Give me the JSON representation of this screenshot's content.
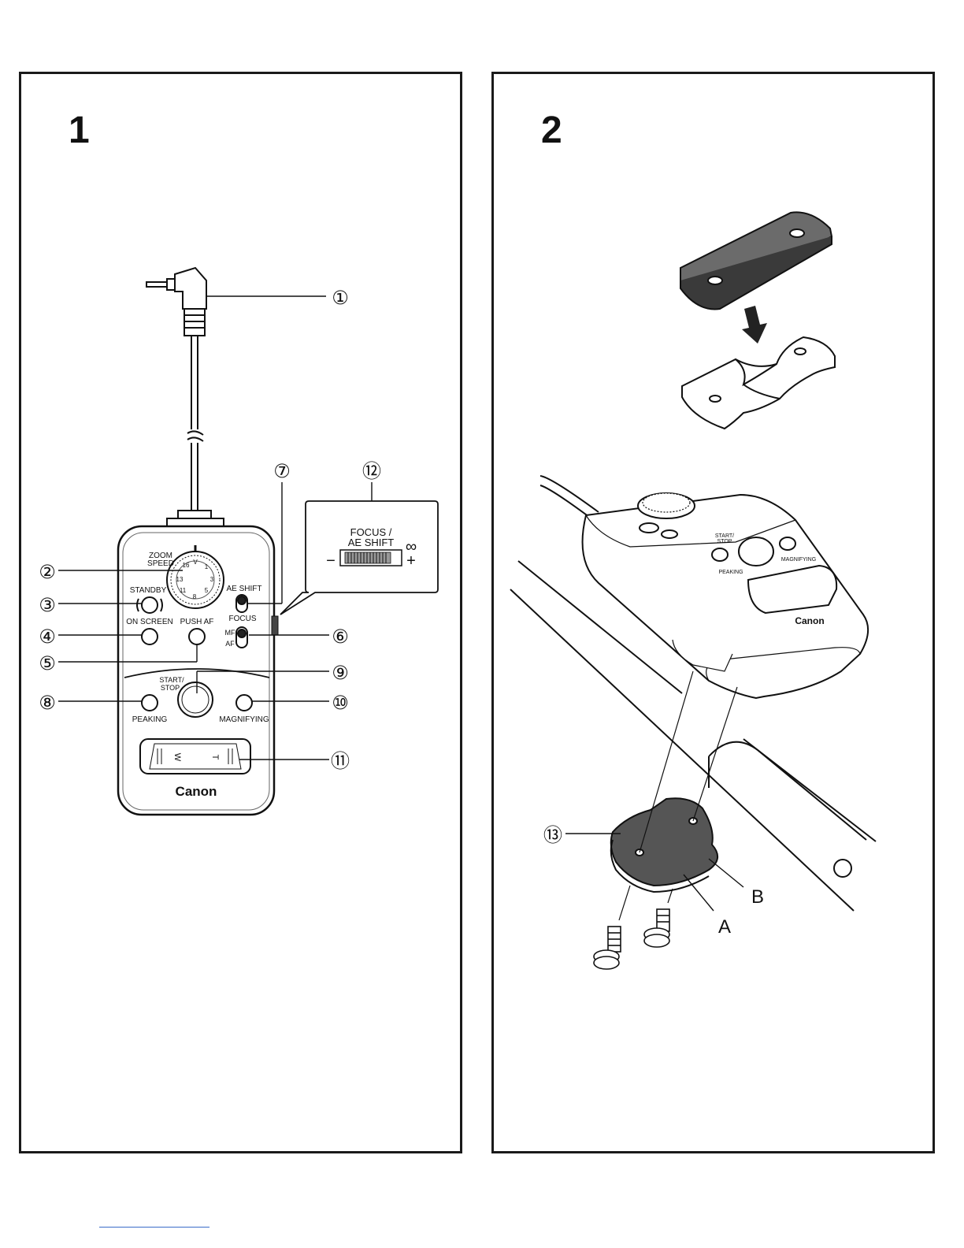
{
  "panels": [
    {
      "number": "1"
    },
    {
      "number": "2"
    }
  ],
  "remote": {
    "zoom_speed": "ZOOM\nSPEED",
    "zoom_speed_l1": "ZOOM",
    "zoom_speed_l2": "SPEED",
    "dial_marks": [
      "V",
      "1",
      "3",
      "5",
      "8",
      "11",
      "13",
      "16"
    ],
    "standby": "STANDBY",
    "on_screen": "ON SCREEN",
    "push_af": "PUSH AF",
    "ae_shift": "AE SHIFT",
    "focus": "FOCUS",
    "mf": "MF",
    "af": "AF",
    "start_stop_l1": "START/",
    "start_stop_l2": "STOP",
    "peaking": "PEAKING",
    "magnifying": "MAGNIFYING",
    "zoom_w": "W",
    "zoom_t": "T",
    "brand": "Canon"
  },
  "inset": {
    "title_l1": "FOCUS /",
    "title_l2": "AE SHIFT",
    "minus": "−",
    "plus": "+",
    "infinity": "∞"
  },
  "callouts": {
    "c1": "①",
    "c2": "②",
    "c3": "③",
    "c4": "④",
    "c5": "⑤",
    "c6": "⑥",
    "c7": "⑦",
    "c8": "⑧",
    "c9": "⑨",
    "c10": "⑩",
    "c11": "⑪",
    "c12": "⑫",
    "c13": "⑬"
  },
  "panel2": {
    "label_a": "A",
    "label_b": "B",
    "brand": "Canon",
    "start_stop": "START/\nSTOP",
    "start_stop_l1": "START/",
    "start_stop_l2": "STOP",
    "peaking": "PEAKING",
    "magnifying": "MAGNIFYING"
  }
}
